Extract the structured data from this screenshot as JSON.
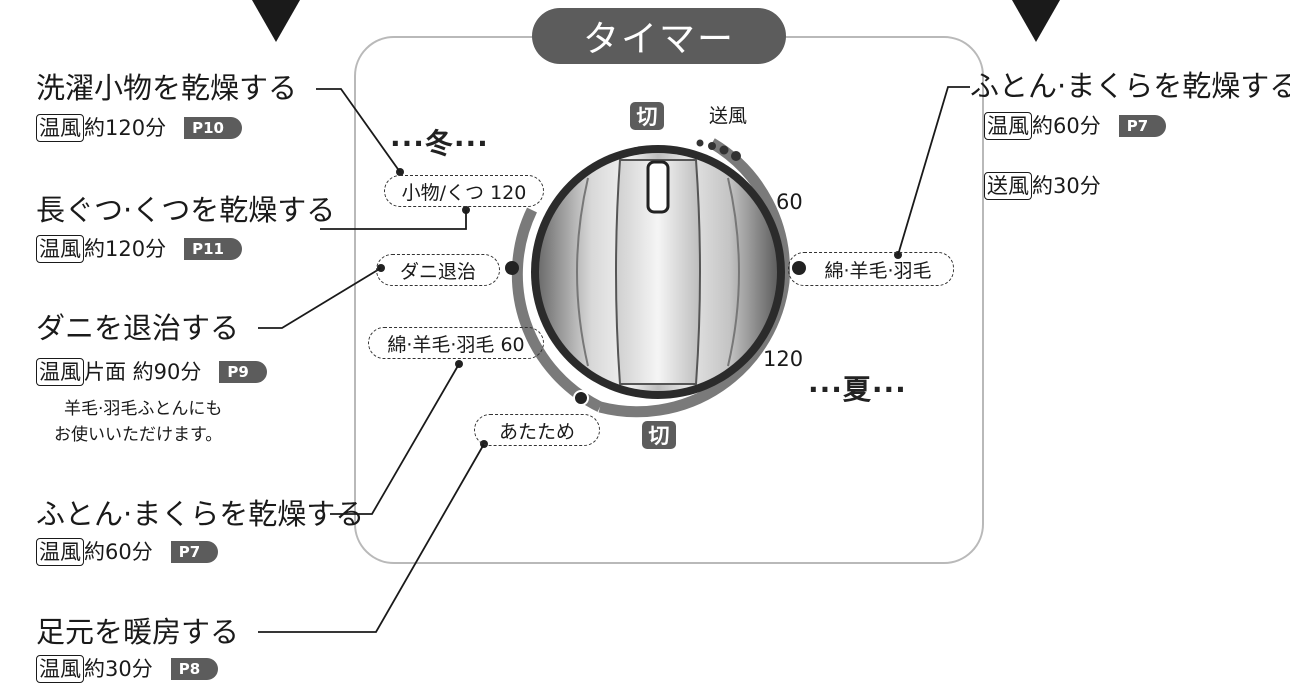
{
  "timer_title": "タイマー",
  "season": {
    "winter": "···冬···",
    "summer": "···夏···"
  },
  "dial": {
    "off_top": "切",
    "off_bottom": "切",
    "fan": "送風",
    "mark_60": "60",
    "mark_120": "120",
    "slot_komono": "小物/くつ 120",
    "slot_dani": "ダニ退治",
    "slot_menyoumou_60": "綿·羊毛·羽毛 60",
    "slot_atatame": "あたため",
    "slot_menyoumou_right": "綿·羊毛·羽毛"
  },
  "left": [
    {
      "title": "洗濯小物を乾燥する",
      "mode": "温風",
      "detail": "約120分",
      "page": "P10"
    },
    {
      "title": "長ぐつ·くつを乾燥する",
      "mode": "温風",
      "detail": "約120分",
      "page": "P11"
    },
    {
      "title": "ダニを退治する",
      "mode": "温風",
      "detail": "片面 約90分",
      "page": "P9",
      "note1": "羊毛·羽毛ふとんにも",
      "note2": "お使いいただけます。"
    },
    {
      "title": "ふとん·まくらを乾燥する",
      "mode": "温風",
      "detail": "約60分",
      "page": "P7"
    },
    {
      "title": "足元を暖房する",
      "mode": "温風",
      "detail": "約30分",
      "page": "P8"
    }
  ],
  "right": {
    "title": "ふとん·まくらを乾燥する",
    "mode1": "温風",
    "detail1": "約60分",
    "page1": "P7",
    "mode2": "送風",
    "detail2": "約30分"
  }
}
